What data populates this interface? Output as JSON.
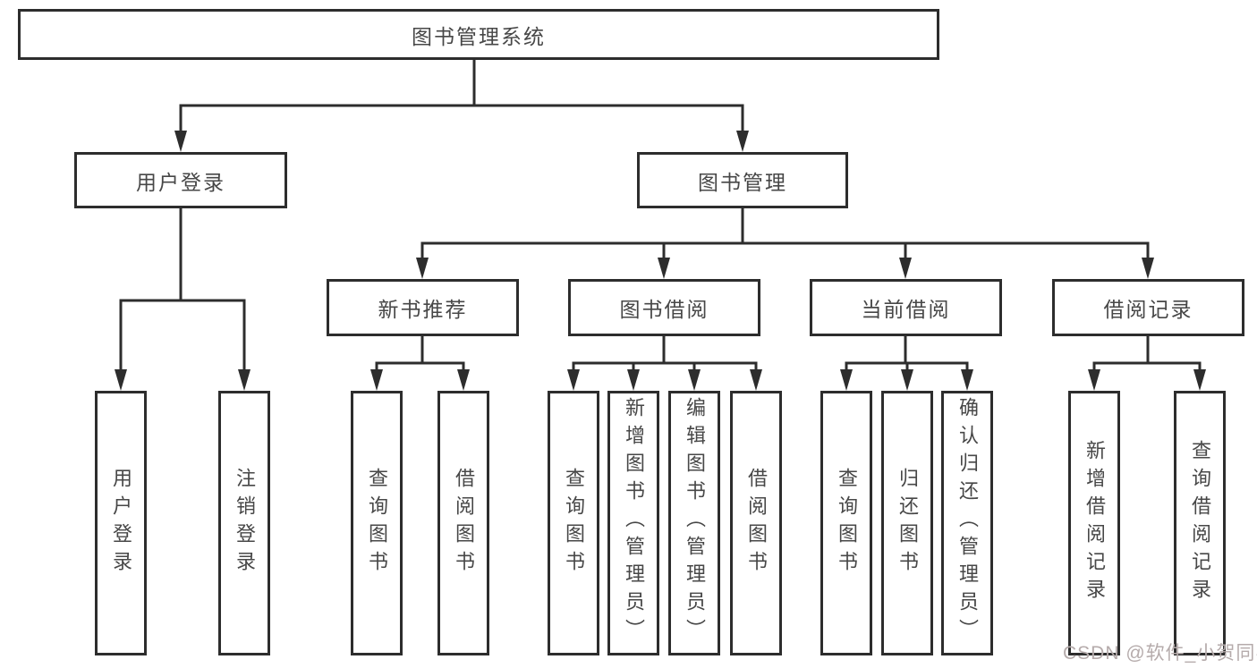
{
  "tree": {
    "root": "图书管理系统",
    "branches": [
      {
        "label": "用户登录",
        "children": [
          "用户登录",
          "注销登录"
        ]
      },
      {
        "label": "图书管理",
        "children": [
          {
            "label": "新书推荐",
            "children": [
              "查询图书",
              "借阅图书"
            ]
          },
          {
            "label": "图书借阅",
            "children": [
              "查询图书",
              "新增图书（管理员）",
              "编辑图书（管理员）",
              "借阅图书"
            ]
          },
          {
            "label": "当前借阅",
            "children": [
              "查询图书",
              "归还图书",
              "确认归还（管理员）"
            ]
          },
          {
            "label": "借阅记录",
            "children": [
              "新增借阅记录",
              "查询借阅记录"
            ]
          }
        ]
      }
    ]
  },
  "colors": {
    "line": "#2d2d2d",
    "box_border": "#2d2d2d",
    "text": "#474747",
    "watermark": "#b5abab",
    "background": "#ffffff"
  },
  "watermark": {
    "text": "CSDN @软件_小贺同学"
  }
}
